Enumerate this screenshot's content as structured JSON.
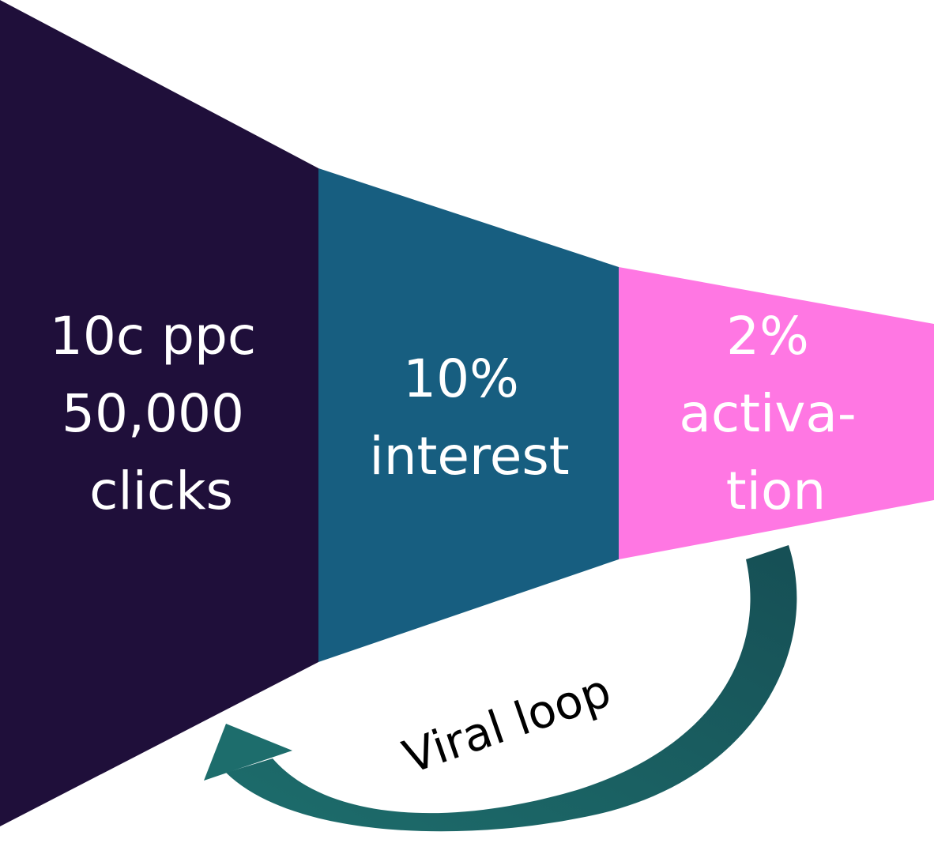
{
  "stages": [
    {
      "lines": [
        "10c ppc",
        "50,000",
        "clicks"
      ],
      "color": "#1f0f3a"
    },
    {
      "lines": [
        "10%",
        "interest"
      ],
      "color": "#175e80"
    },
    {
      "lines": [
        "2%",
        "activa-",
        "tion"
      ],
      "color": "#ff77e3"
    }
  ],
  "loop": {
    "label": "Viral loop",
    "arrow_colors": [
      "#1d6d6c",
      "#164f55"
    ]
  }
}
